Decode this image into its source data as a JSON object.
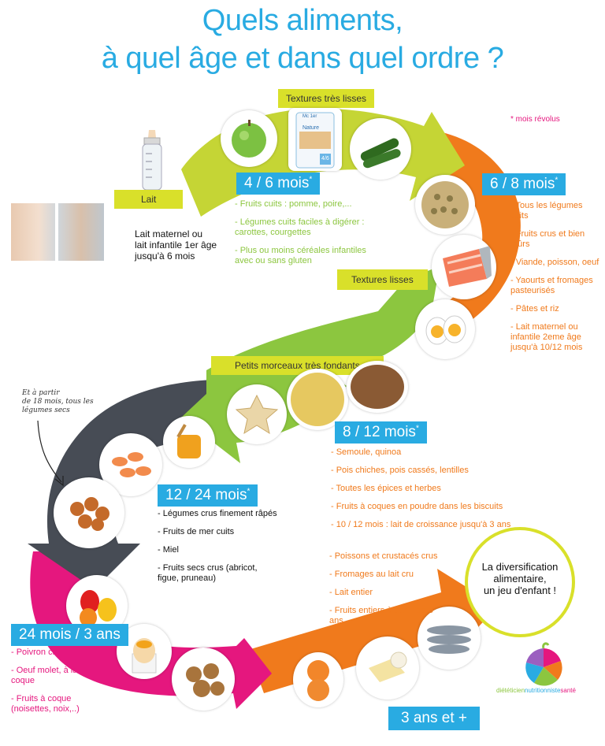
{
  "title": {
    "line1": "Quels aliments,",
    "line2": "à quel âge et dans quel ordre ?"
  },
  "note_mois": "* mois révolus",
  "note_legumes": [
    "Et à partir",
    "de 18 mois, tous les",
    "légumes secs"
  ],
  "lait": {
    "label": "Lait",
    "text": [
      "Lait maternel ou",
      "lait infantile 1er âge",
      "jusqu'à 6 mois"
    ]
  },
  "textures": {
    "tres_lisses": "Textures très lisses",
    "lisses": "Textures lisses",
    "petits": "Petits morceaux très fondants"
  },
  "stage_4_6": {
    "label": "4 / 6 mois",
    "star": "*",
    "items": [
      "- Fruits cuits : pomme, poire,...",
      "- Légumes cuits faciles à digérer : carottes, courgettes",
      "- Plus ou moins céréales infantiles avec ou sans gluten"
    ]
  },
  "stage_6_8": {
    "label": "6 / 8 mois",
    "star": "*",
    "items": [
      "- Tous les légumes cuits",
      "- Fruits crus et bien mûrs",
      "- Viande, poisson, oeuf",
      "- Yaourts et fromages pasteurisés",
      "- Pâtes et riz",
      "- Lait maternel ou infantile 2eme âge jusqu'à 10/12 mois"
    ]
  },
  "stage_8_12": {
    "label": "8 / 12 mois",
    "star": "*",
    "items": [
      "- Semoule, quinoa",
      "- Pois chiches, pois cassés, lentilles",
      "- Toutes les épices et herbes",
      "- Fruits à coques en poudre dans les biscuits",
      "- 10 / 12 mois : lait de croissance jusqu'à 3 ans"
    ]
  },
  "stage_12_24": {
    "label": "12 / 24 mois",
    "star": "*",
    "items": [
      "- Légumes crus finement râpés",
      "- Fruits de mer cuits",
      "- Miel",
      "- Fruits secs crus (abricot, figue, pruneau)"
    ]
  },
  "stage_24_3": {
    "label": "24 mois / 3 ans",
    "items": [
      "- Poivron cru",
      "- Oeuf molet, à la coque",
      "- Fruits à coque (noisettes, noix,..)"
    ]
  },
  "stage_3": {
    "label": "3 ans et +",
    "items": [
      "- Poissons et crustacés crus",
      "- Fromages au lait cru",
      "- Lait entier",
      "- Fruits entiers à partir de 5 ans"
    ]
  },
  "bubble": [
    "La diversification",
    "alimentaire,",
    "un jeu d'enfant !"
  ],
  "logo": {
    "part1": "diététicien",
    "part2": "nutritionniste",
    "part3": "santé"
  },
  "pack_text": {
    "brand": "Mc 1er",
    "name": "Nature",
    "age": "4/6"
  },
  "colors": {
    "lime": "#c5d535",
    "orange": "#f07a1c",
    "green": "#8cc63f",
    "gray": "#474c55",
    "magenta": "#e5177e",
    "blue": "#29abe2"
  }
}
